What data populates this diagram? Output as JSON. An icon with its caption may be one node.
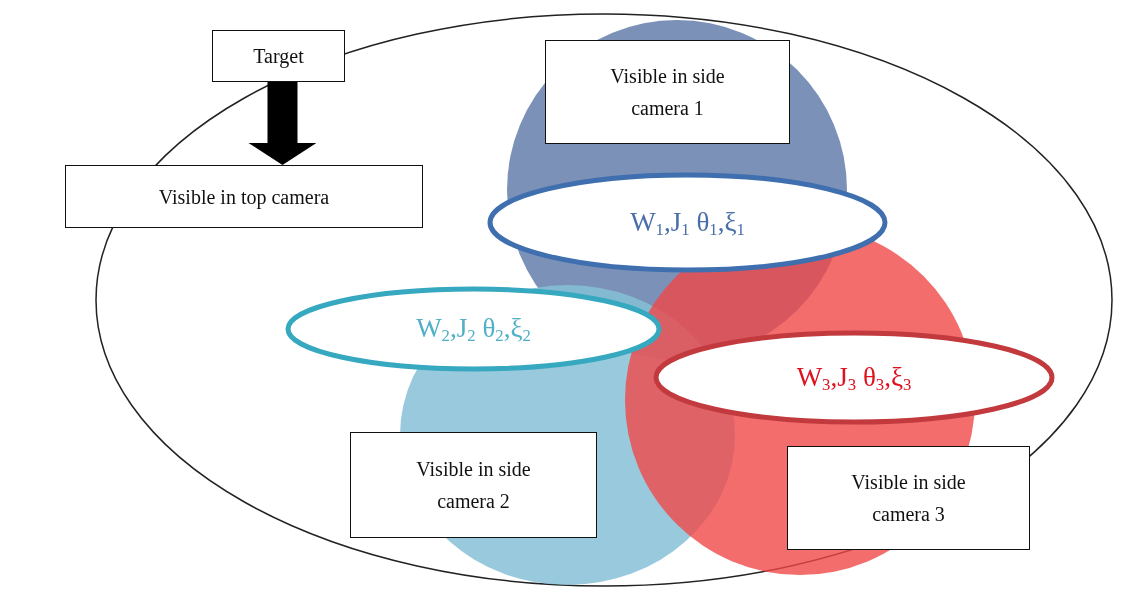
{
  "diagram": {
    "nodes": [
      {
        "text": [
          "Target"
        ]
      },
      {
        "text": [
          "Visible in top camera"
        ]
      },
      {
        "text": [
          "Visible in side camera 1"
        ]
      },
      {
        "text": [
          "W$_{1}$,J$_{1}$ θ$_{1}$,ξ$_{1}$"
        ]
      },
      {
        "text": [
          "W$_{2}$,J$_{2}$ θ$_{2}$,ξ$_{2}$"
        ]
      },
      {
        "text": [
          "W$_{3}$,J$_{3}$ θ$_{3}$,ξ$_{3}$"
        ]
      },
      {
        "text": [
          "Visible in side camera 2"
        ]
      },
      {
        "text": [
          "Visible in side camera 3"
        ]
      }
    ],
    "edges": [
      {
        "from": 0,
        "to": 1,
        "arrow": "to"
      }
    ]
  }
}
